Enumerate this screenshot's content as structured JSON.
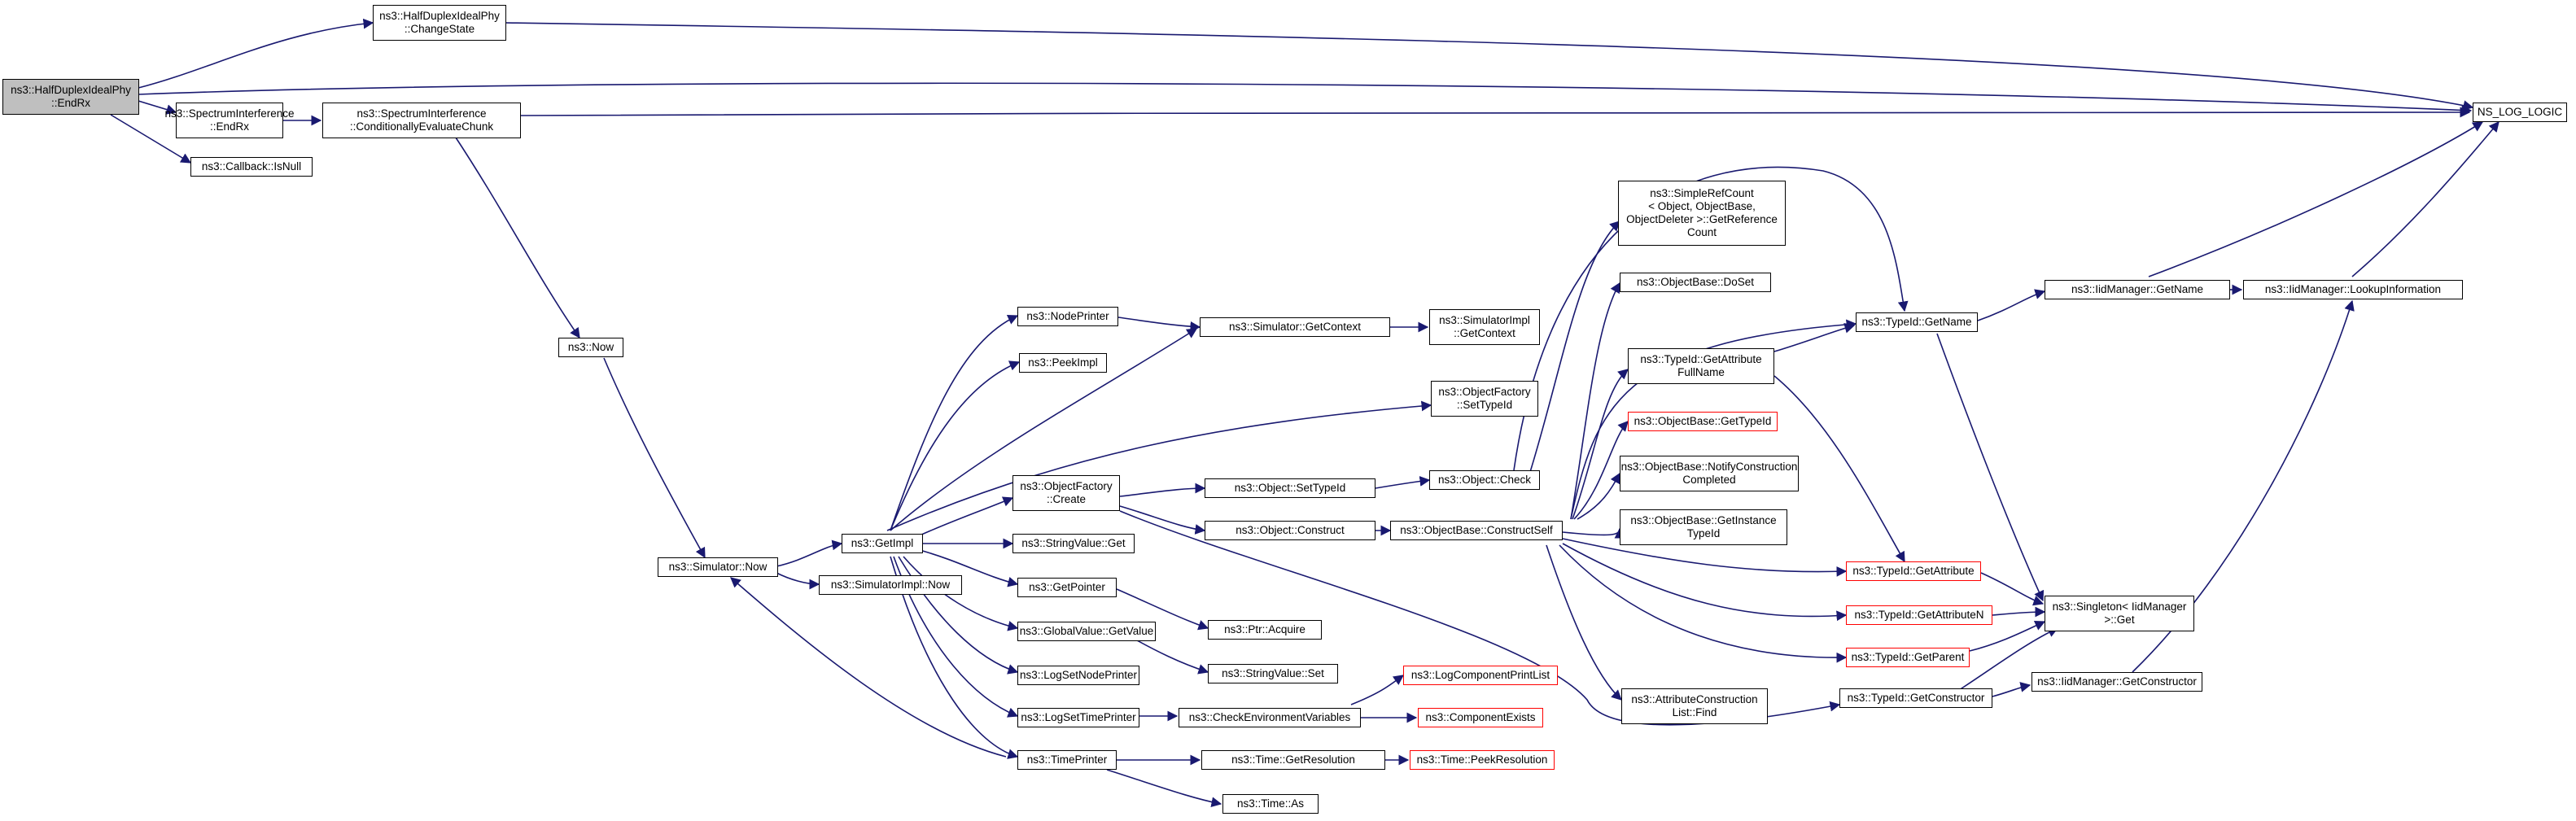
{
  "graph": {
    "colors": {
      "edge": "#191970",
      "root_fill": "#bfbfbf",
      "node_border": "#000000",
      "incomplete_border": "#ff0000"
    },
    "nodes": {
      "root": "ns3::HalfDuplexIdealPhy\n::EndRx",
      "change_state": "ns3::HalfDuplexIdealPhy\n::ChangeState",
      "ns_log_logic": "NS_LOG_LOGIC",
      "si_endrx": "ns3::SpectrumInterference\n::EndRx",
      "si_cond": "ns3::SpectrumInterference\n::ConditionallyEvaluateChunk",
      "callback_isnull": "ns3::Callback::IsNull",
      "now": "ns3::Now",
      "sim_now": "ns3::Simulator::Now",
      "getimpl": "ns3::GetImpl",
      "simimpl_now": "ns3::SimulatorImpl::Now",
      "nodeprinter": "ns3::NodePrinter",
      "peekimpl": "ns3::PeekImpl",
      "objfactory_create": "ns3::ObjectFactory\n::Create",
      "stringvalue_get": "ns3::StringValue::Get",
      "getpointer": "ns3::GetPointer",
      "globalvalue_getvalue": "ns3::GlobalValue::GetValue",
      "logsetnodeprinter": "ns3::LogSetNodePrinter",
      "logsettimeprinter": "ns3::LogSetTimePrinter",
      "timeprinter": "ns3::TimePrinter",
      "sim_getcontext": "ns3::Simulator::GetContext",
      "simimpl_getcontext": "ns3::SimulatorImpl\n::GetContext",
      "objfactory_settypeid": "ns3::ObjectFactory\n::SetTypeId",
      "object_settypeid": "ns3::Object::SetTypeId",
      "object_construct": "ns3::Object::Construct",
      "object_check": "ns3::Object::Check",
      "ptr_acquire": "ns3::Ptr::Acquire",
      "stringvalue_set": "ns3::StringValue::Set",
      "check_env": "ns3::CheckEnvironmentVariables",
      "logcomponentprintlist": "ns3::LogComponentPrintList",
      "componentexists": "ns3::ComponentExists",
      "time_getresolution": "ns3::Time::GetResolution",
      "time_peekresolution": "ns3::Time::PeekResolution",
      "time_as": "ns3::Time::As",
      "simplerefcount": "ns3::SimpleRefCount\n< Object, ObjectBase,\nObjectDeleter >::GetReference\nCount",
      "objectbase_doset": "ns3::ObjectBase::DoSet",
      "typeid_getattributefullname": "ns3::TypeId::GetAttribute\nFullName",
      "objectbase_gettypeid": "ns3::ObjectBase::GetTypeId",
      "objectbase_notify": "ns3::ObjectBase::NotifyConstruction\nCompleted",
      "objectbase_getinstance": "ns3::ObjectBase::GetInstance\nTypeId",
      "objectbase_constructself": "ns3::ObjectBase::ConstructSelf",
      "attr_construction_find": "ns3::AttributeConstruction\nList::Find",
      "typeid_getname": "ns3::TypeId::GetName",
      "typeid_getattribute": "ns3::TypeId::GetAttribute",
      "typeid_getattributen": "ns3::TypeId::GetAttributeN",
      "typeid_getparent": "ns3::TypeId::GetParent",
      "typeid_getconstructor": "ns3::TypeId::GetConstructor",
      "iidmanager_getname": "ns3::IidManager::GetName",
      "iidmanager_lookup": "ns3::IidManager::LookupInformation",
      "singleton_get": "ns3::Singleton< IidManager\n>::Get",
      "iidmanager_getconstructor": "ns3::IidManager::GetConstructor"
    }
  }
}
